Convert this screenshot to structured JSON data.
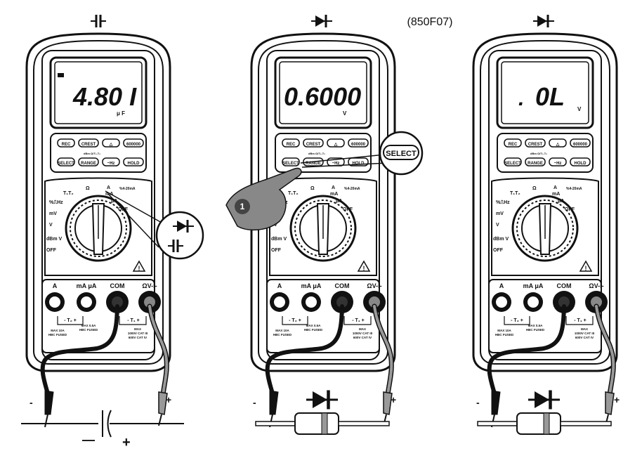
{
  "figure_id": "(850F07)",
  "panels": [
    {
      "lcd_value": "4.80 I",
      "lcd_unit": "μ F",
      "lcd_prefix": "",
      "top_icon": "capacitor-icon"
    },
    {
      "lcd_value": "0.6000",
      "lcd_unit": "V",
      "lcd_prefix": "",
      "top_icon": "diode-icon"
    },
    {
      "lcd_value": "0L",
      "lcd_unit": "V",
      "lcd_prefix": ".",
      "top_icon": "diode-icon"
    }
  ],
  "buttons": {
    "rec": "REC",
    "crest": "CREST",
    "delta": "△",
    "count": "600000",
    "select": "SELECT",
    "range": "RANGE",
    "hz": "~Hz",
    "hold": "HOLD",
    "dbm_line": "dBm Ω/T₁-T₂",
    "pct_line": "%4-20mA"
  },
  "dial": {
    "t1t2": "T₁T₂",
    "ohm": "Ω",
    "pct_hz": "%⎍Hz",
    "mv": "mV",
    "v": "V",
    "dbm_v": "dBm V",
    "off_left": "OFF",
    "ua": "μA",
    "ma": "mA",
    "a": "A",
    "off_right": "OFF",
    "pct_420": "%4-20mA"
  },
  "jacks": {
    "a": "A",
    "ma_ua": "mA μA",
    "com": "COM",
    "ovcap": "ΩV-I-",
    "t2": "- T₂ +",
    "t1": "- T₁ +",
    "max_a_1": "MAX  10A",
    "max_a_2": "HBC FUSED",
    "max_ma_1": "MAX 0.5A",
    "max_ma_2": "HBC FUSED",
    "max_v_1": "MAX",
    "max_v_2": "1000V CAT III",
    "max_v_3": "600V CAT IV"
  },
  "callouts": {
    "select_bubble": "SELECT",
    "step_number": "1"
  },
  "probes": {
    "minus": "-",
    "plus": "+"
  },
  "capacitor_polarity": {
    "minus": "—",
    "plus": "+"
  }
}
